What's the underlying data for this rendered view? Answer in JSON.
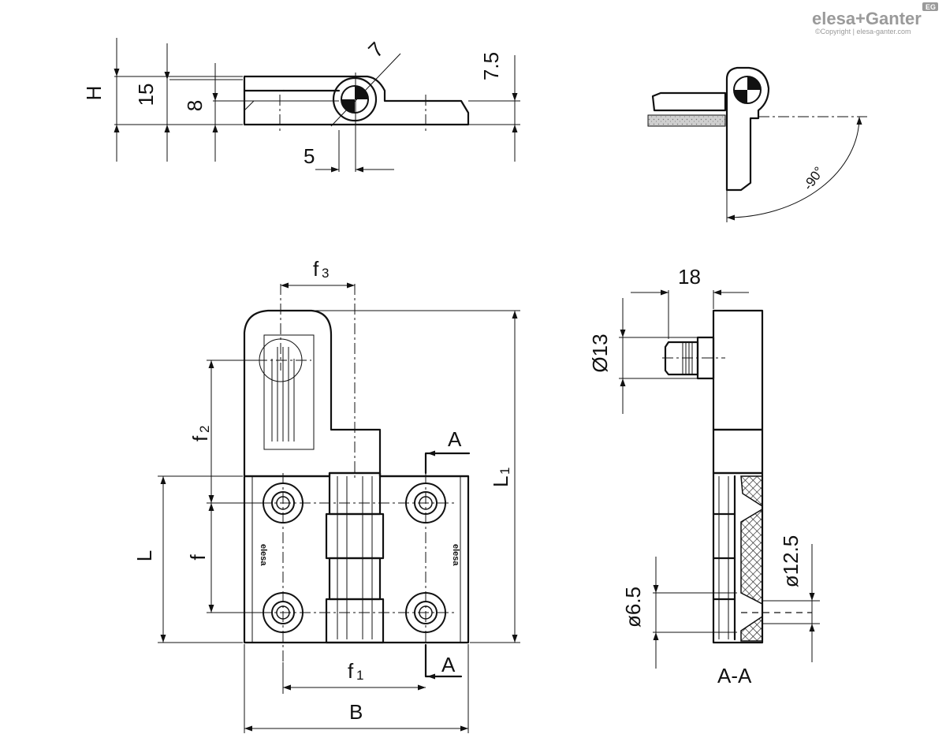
{
  "brand": {
    "name": "elesa+Ganter",
    "copyright": "©Copyright | elesa-ganter.com",
    "badge": "EG"
  },
  "top_view": {
    "dim_H": "H",
    "dim_15": "15",
    "dim_8": "8",
    "dim_5": "5",
    "dim_7": "7",
    "dim_7_5": "7.5"
  },
  "rotation_view": {
    "angle": "-90°"
  },
  "front_view": {
    "dim_f3": "f",
    "dim_f3_sub": "3",
    "dim_f2": "f",
    "dim_f2_sub": "2",
    "dim_f": "f",
    "dim_L": "L",
    "dim_L1": "L",
    "dim_L1_sub": "1",
    "dim_f1": "f",
    "dim_f1_sub": "1",
    "dim_B": "B",
    "section_mark_top": "A",
    "section_mark_bottom": "A",
    "logo_mark": "elesa"
  },
  "side_view": {
    "dim_18": "18",
    "dim_d13": "Ø13",
    "dim_d12_5": "ø12.5",
    "dim_d6_5": "ø6.5",
    "section_label": "A-A"
  }
}
